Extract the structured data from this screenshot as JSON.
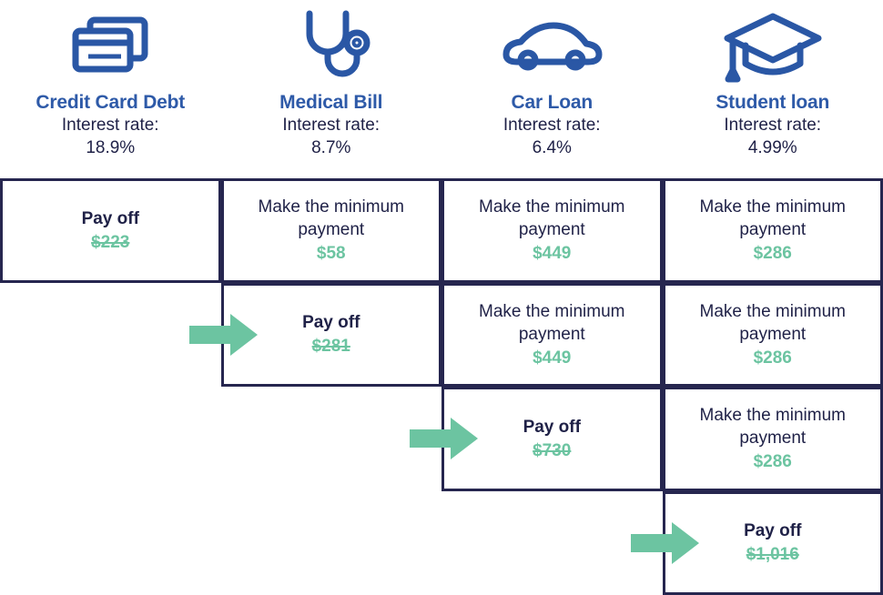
{
  "colors": {
    "title_blue": "#2E5AA8",
    "body_navy": "#1F2147",
    "border_navy": "#26264F",
    "amount_green": "#6CC4A1"
  },
  "columns": [
    {
      "icon": "credit-cards-icon",
      "title": "Credit Card Debt",
      "rate_label": "Interest rate:",
      "rate_value": "18.9%"
    },
    {
      "icon": "stethoscope-icon",
      "title": "Medical Bill",
      "rate_label": "Interest rate:",
      "rate_value": "8.7%"
    },
    {
      "icon": "car-icon",
      "title": "Car Loan",
      "rate_label": "Interest rate:",
      "rate_value": "6.4%"
    },
    {
      "icon": "graduation-cap-icon",
      "title": "Student loan",
      "rate_label": "Interest rate:",
      "rate_value": "4.99%"
    }
  ],
  "rows": [
    {
      "cells": [
        {
          "action": "Pay off",
          "amount": "$223",
          "payoff": true,
          "struck": true
        },
        {
          "action": "Make the minimum payment",
          "amount": "$58",
          "payoff": false,
          "struck": false
        },
        {
          "action": "Make the minimum payment",
          "amount": "$449",
          "payoff": false,
          "struck": false
        },
        {
          "action": "Make the minimum payment",
          "amount": "$286",
          "payoff": false,
          "struck": false
        }
      ]
    },
    {
      "cells": [
        {
          "action": "",
          "amount": "",
          "payoff": false,
          "struck": false
        },
        {
          "action": "Pay off",
          "amount": "$281",
          "payoff": true,
          "struck": true
        },
        {
          "action": "Make the minimum payment",
          "amount": "$449",
          "payoff": false,
          "struck": false
        },
        {
          "action": "Make the minimum payment",
          "amount": "$286",
          "payoff": false,
          "struck": false
        }
      ]
    },
    {
      "cells": [
        {
          "action": "",
          "amount": "",
          "payoff": false,
          "struck": false
        },
        {
          "action": "",
          "amount": "",
          "payoff": false,
          "struck": false
        },
        {
          "action": "Pay off",
          "amount": "$730",
          "payoff": true,
          "struck": true
        },
        {
          "action": "Make the minimum payment",
          "amount": "$286",
          "payoff": false,
          "struck": false
        }
      ]
    },
    {
      "cells": [
        {
          "action": "",
          "amount": "",
          "payoff": false,
          "struck": false
        },
        {
          "action": "",
          "amount": "",
          "payoff": false,
          "struck": false
        },
        {
          "action": "",
          "amount": "",
          "payoff": false,
          "struck": false
        },
        {
          "action": "Pay off",
          "amount": "$1,016",
          "payoff": true,
          "struck": true
        }
      ]
    }
  ],
  "arrows": [
    {
      "name": "arrow-to-medical-bill-payoff",
      "row": 1,
      "col": 1
    },
    {
      "name": "arrow-to-car-loan-payoff",
      "row": 2,
      "col": 2
    },
    {
      "name": "arrow-to-student-loan-payoff",
      "row": 3,
      "col": 3
    }
  ]
}
